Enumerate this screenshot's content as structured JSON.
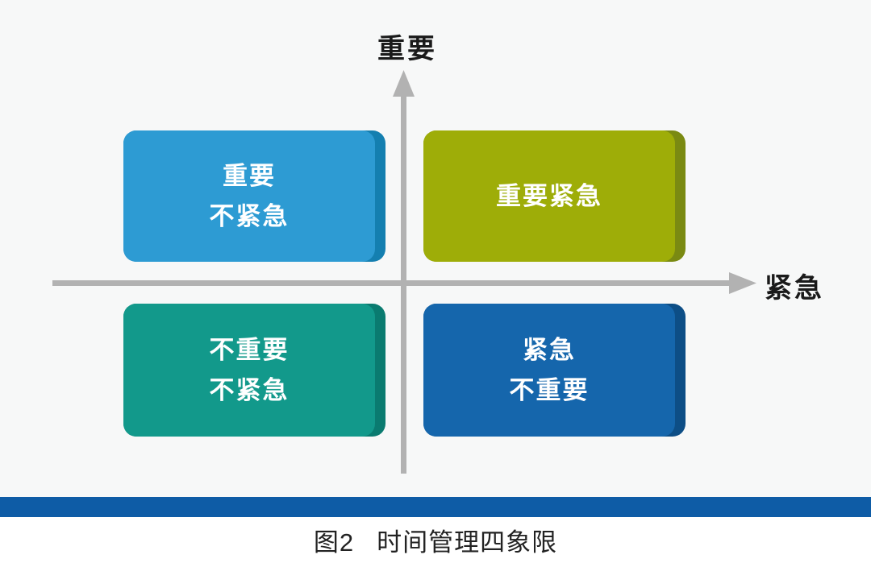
{
  "diagram": {
    "y_axis_label": "重要",
    "x_axis_label": "紧急",
    "axis_color": "#b2b2b2",
    "background_color": "#f7f8f8",
    "quadrants": {
      "top_left": {
        "line1": "重要",
        "line2": "不紧急",
        "color": "#2d9bd3",
        "edge_color": "#147fb0"
      },
      "top_right": {
        "line1": "重要紧急",
        "color": "#9ead08",
        "edge_color": "#7a8a12"
      },
      "bottom_left": {
        "line1": "不重要",
        "line2": "不紧急",
        "color": "#12998b",
        "edge_color": "#0a7b70"
      },
      "bottom_right": {
        "line1": "紧急",
        "line2": "不重要",
        "color": "#1566ac",
        "edge_color": "#0d4e86"
      }
    },
    "divider_bar_color": "#0e5ca6"
  },
  "caption": {
    "figure_label": "图2",
    "title": "时间管理四象限"
  }
}
